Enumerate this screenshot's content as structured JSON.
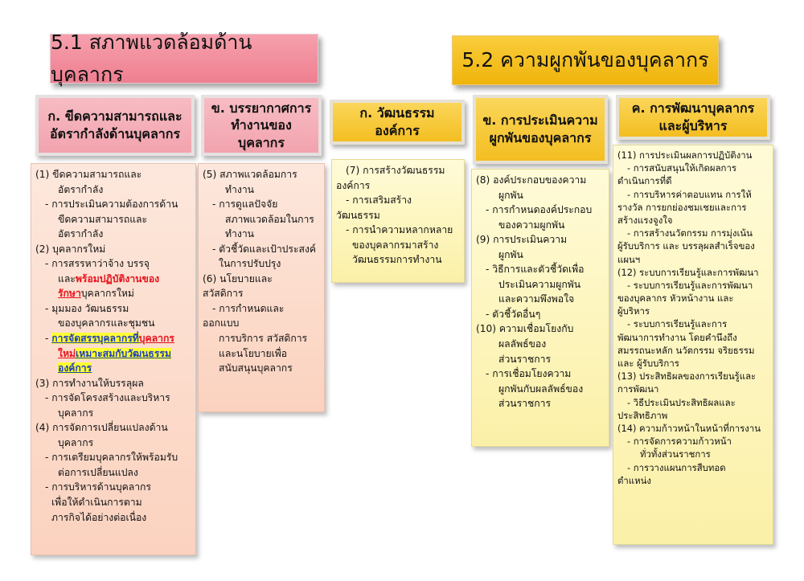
{
  "headers": {
    "h51": "5.1 สภาพแวดล้อมด้านบุคลากร",
    "h52": "5.2 ความผูกพันของบุคลากร"
  },
  "subheaders": {
    "ka51": "ก. ขีดความสามารถและอัตรากำลังด้านบุคลากร",
    "kho51": "ข. บรรยากาศการทำงานของบุคลากร",
    "ka52": "ก. วัฒนธรรมองค์การ",
    "kho52": "ข. การประเมินความผูกพันของบุคลากร",
    "kho_dev": "ค. การพัฒนาบุคลากรและผู้บริหาร"
  },
  "col1": {
    "l1": "(1) ขีดความสามารถและ",
    "l2": "อัตรากำลัง",
    "l3": "- การประเมินความต้องการด้าน",
    "l4": "ขีดความสามารถและ",
    "l5": "อัตรากำลัง",
    "l6": "(2) บุคลากรใหม่",
    "l7": "- การสรรหาว่าจ้าง บรรจุ",
    "l8a": "และ",
    "l8b": "พร้อมปฏิบัติงานของ",
    "l9a": "รักษา",
    "l9b": "บุคลากรใหม่",
    "l10": "- มุมมอง วัฒนธรรม",
    "l11": "ของบุคลากรและชุมชน",
    "l12a": "- ",
    "l12b": "การจัดสรรบุคลากรที่",
    "l12c": "บุคลากร",
    "l13a": "ใหม่",
    "l13b": "เหมาะสมกับวัฒนธรรม",
    "l14": "องค์การ",
    "l15": "(3) การทำงานให้บรรลุผล",
    "l16": "- การจัดโครงสร้างและบริหาร",
    "l17": "บุคลากร",
    "l18": "(4) การจัดการเปลี่ยนแปลงด้าน",
    "l19": "บุคลากร",
    "l20": "- การเตรียมบุคลากรให้พร้อมรับ",
    "l21": "ต่อการเปลี่ยนแปลง",
    "l22": "- การบริหารด้านบุคลากร",
    "l23": "เพื่อให้ดำเนินการตาม",
    "l24": "ภารกิจได้อย่างต่อเนื่อง"
  },
  "col2": {
    "l1": "(5) สภาพแวดล้อมการ",
    "l2": "ทำงาน",
    "l3": "- การดูแลปัจจัย",
    "l4": "สภาพแวดล้อมในการ",
    "l5": "ทำงาน",
    "l6": "- ตัวชี้วัดและเป้าประสงค์",
    "l7": "ในการปรับปรุง",
    "l8": "(6) นโยบายและ",
    "l9": "สวัสดิการ",
    "l10": "- การกำหนดและ",
    "l11": "ออกแบบ",
    "l12": "การบริการ สวัสดิการ",
    "l13": "และนโยบายเพื่อ",
    "l14": "สนับสนุนบุคลากร"
  },
  "col3": {
    "l1": "(7) การสร้างวัฒนธรรม",
    "l2": "องค์การ",
    "l3": "- การเสริมสร้าง",
    "l4": "วัฒนธรรม",
    "l5": "- การนำความหลากหลาย",
    "l6": "ของบุคลากรมาสร้าง",
    "l7": "วัฒนธรรมการทำงาน"
  },
  "col4": {
    "l1": "(8) องค์ประกอบของความ",
    "l2": "ผูกพัน",
    "l3": "- การกำหนดองค์ประกอบ",
    "l4": "ของความผูกพัน",
    "l5": "(9) การประเมินความ",
    "l6": "ผูกพัน",
    "l7": "- วิธีการและตัวชี้วัดเพื่อ",
    "l8": "ประเมินความผูกพัน",
    "l9": "และความพึงพอใจ",
    "l10": "- ตัวชี้วัดอื่นๆ",
    "l11": "(10) ความเชื่อมโยงกับ",
    "l12": "ผลลัพธ์ของ",
    "l13": "ส่วนราชการ",
    "l14": "- การเชื่อมโยงความ",
    "l15": "ผูกพันกับผลลัพธ์ของ",
    "l16": "ส่วนราชการ"
  },
  "col5": {
    "l1": "(11) การประเมินผลการปฏิบัติงาน",
    "l2": "- การสนับสนุนให้เกิดผลการ",
    "l3": "ดำเนินการที่ดี",
    "l4": "- การบริหารค่าตอบแทน การให้",
    "l5": "รางวัล การยกย่องชมเชยและการ",
    "l6": "สร้างแรงจูงใจ",
    "l7": "- การสร้างนวัตกรรม การมุ่งเน้น",
    "l8": "ผู้รับบริการ และ บรรลุผลสำเร็จของ",
    "l9": "แผนฯ",
    "l10": "(12) ระบบการเรียนรู้และการพัฒนา",
    "l11": "- ระบบการเรียนรู้และการพัฒนา",
    "l12": "ของบุคลากร หัวหน้างาน และ",
    "l13": "ผู้บริหาร",
    "l14": "- ระบบการเรียนรู้และการ",
    "l15": "พัฒนาการทำงาน โดยคำนึงถึง",
    "l16": "สมรรถนะหลัก นวัตกรรม จริยธรรม",
    "l17": "และ ผู้รับบริการ",
    "l18": "(13) ประสิทธิผลของการเรียนรู้และ",
    "l19": "การพัฒนา",
    "l20": "- วิธีประเมินประสิทธิผลและ",
    "l21": "ประสิทธิภาพ",
    "l22": "(14) ความก้าวหน้าในหน้าที่การงาน",
    "l23": "- การจัดการความก้าวหน้า",
    "l24": "ทั่วทั้งส่วนราชการ",
    "l25": "- การวางแผนการสืบทอด",
    "l26": "ตำแหน่ง"
  }
}
